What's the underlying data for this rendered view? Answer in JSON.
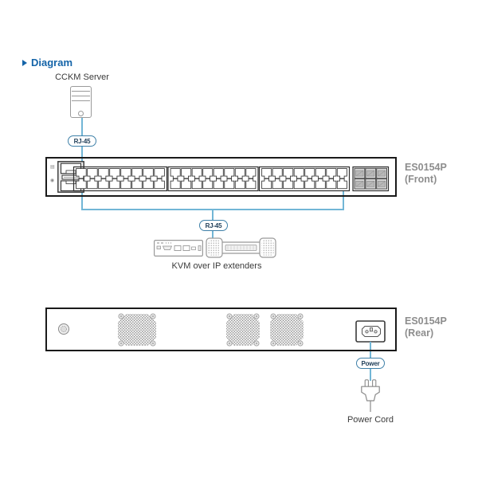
{
  "title": {
    "text": "Diagram"
  },
  "server": {
    "label": "CCKM Server"
  },
  "ovals": {
    "rj45_server": "RJ-45",
    "rj45_extenders": "RJ-45",
    "power": "Power"
  },
  "front_panel": {
    "name": "ES0154P",
    "view": "(Front)",
    "port_groups": [
      {
        "cols": 8,
        "rows": 2
      },
      {
        "cols": 8,
        "rows": 2
      },
      {
        "cols": 8,
        "rows": 2
      }
    ],
    "sfp_group": {
      "cols": 3,
      "rows": 2
    },
    "console_icons": {
      "top_glyph": "▤",
      "bottom_glyph": "◉"
    }
  },
  "rear_panel": {
    "name": "ES0154P",
    "view": "(Rear)",
    "fans": 3
  },
  "extenders": {
    "label": "KVM over IP extenders"
  },
  "power_cord": {
    "label": "Power Cord"
  },
  "colors": {
    "accent_blue": "#1464a8",
    "line_blue": "#72b6d6",
    "oval_border": "#3e80a8",
    "gray_label": "#8d8d8d"
  }
}
